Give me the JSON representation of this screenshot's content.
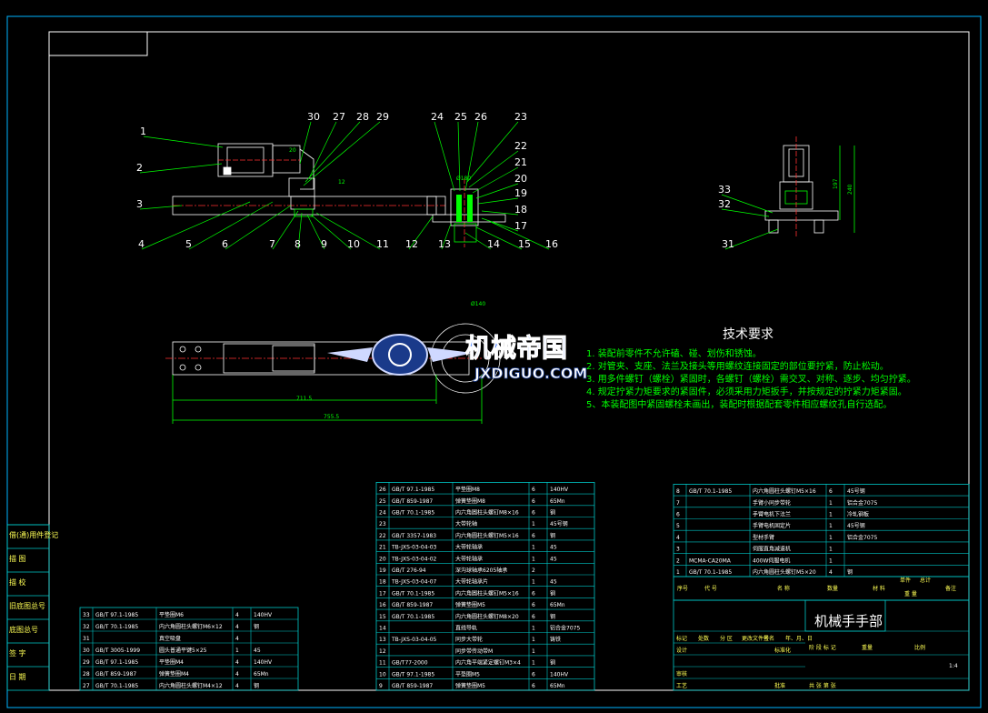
{
  "balloons": [
    "1",
    "2",
    "3",
    "4",
    "5",
    "6",
    "7",
    "8",
    "9",
    "10",
    "11",
    "12",
    "13",
    "14",
    "15",
    "16",
    "17",
    "18",
    "19",
    "20",
    "21",
    "22",
    "23",
    "24",
    "25",
    "26",
    "27",
    "28",
    "29",
    "30",
    "31",
    "32",
    "33"
  ],
  "dims": {
    "d1": "20",
    "d2": "12",
    "d3": "Ø180",
    "d4": "Ø140",
    "d5": "711.5",
    "d6": "755.5",
    "d7": "197",
    "d8": "240"
  },
  "watermark": {
    "cn": "机械帝国",
    "en": "JXDIGUO.COM"
  },
  "tech": {
    "title": "技术要求",
    "lines": [
      "1. 装配前零件不允许磕、碰、划伤和锈蚀。",
      "2. 对管夹、支座、法兰及接头等用螺纹连接固定的部位要拧紧，防止松动。",
      "3. 用多件螺钉（螺栓）紧固时，各螺钉（螺栓）需交叉、对称、逐步、均匀拧紧。",
      "4. 规定拧紧力矩要求的紧固件，必须采用力矩扳手，并按规定的拧紧力矩紧固。",
      "5、本装配图中紧固螺栓未画出，装配时根据配套零件相应螺纹孔自行选配。"
    ]
  },
  "sidebar": [
    "借(通)用件登记",
    "描 图",
    "描 校",
    "旧底图总号",
    "底图总号",
    "签 字",
    "日 期"
  ],
  "bom_left": [
    {
      "no": "33",
      "code": "GB/T 97.1-1985",
      "name": "平垫圈M6",
      "qty": "4",
      "mat": "140HV"
    },
    {
      "no": "32",
      "code": "GB/T 70.1-1985",
      "name": "内六角圆柱头螺钉M6×12",
      "qty": "4",
      "mat": "钢"
    },
    {
      "no": "31",
      "code": "",
      "name": "真空吸盘",
      "qty": "4",
      "mat": ""
    },
    {
      "no": "30",
      "code": "GB/T 3005-1999",
      "name": "圆头普通平键5×25",
      "qty": "1",
      "mat": "45"
    },
    {
      "no": "29",
      "code": "GB/T 97.1-1985",
      "name": "平垫圈M4",
      "qty": "4",
      "mat": "140HV"
    },
    {
      "no": "28",
      "code": "GB/T 859-1987",
      "name": "弹簧垫圈M4",
      "qty": "4",
      "mat": "65Mn"
    },
    {
      "no": "27",
      "code": "GB/T 70.1-1985",
      "name": "内六角圆柱头螺钉M4×12",
      "qty": "4",
      "mat": "钢"
    }
  ],
  "bom_mid": [
    {
      "no": "26",
      "code": "GB/T 97.1-1985",
      "name": "平垫圈M8",
      "qty": "6",
      "mat": "140HV"
    },
    {
      "no": "25",
      "code": "GB/T 859-1987",
      "name": "弹簧垫圈M8",
      "qty": "6",
      "mat": "65Mn"
    },
    {
      "no": "24",
      "code": "GB/T 70.1-1985",
      "name": "内六角圆柱头螺钉M8×16",
      "qty": "6",
      "mat": "钢"
    },
    {
      "no": "23",
      "code": "",
      "name": "大带轮轴",
      "qty": "1",
      "mat": "45号钢"
    },
    {
      "no": "22",
      "code": "GB/T 3357-1983",
      "name": "内六角圆柱头螺钉M5×16",
      "qty": "6",
      "mat": "钢"
    },
    {
      "no": "21",
      "code": "TB-JXS-03-04-03",
      "name": "大带轮轴承",
      "qty": "1",
      "mat": "45"
    },
    {
      "no": "20",
      "code": "TB-JXS-03-04-02",
      "name": "大带轮轴承",
      "qty": "1",
      "mat": "45"
    },
    {
      "no": "19",
      "code": "GB/T 276-94",
      "name": "深沟球轴承6205轴承",
      "qty": "2",
      "mat": ""
    },
    {
      "no": "18",
      "code": "TB-JXS-03-04-07",
      "name": "大带轮轴承片",
      "qty": "1",
      "mat": "45"
    },
    {
      "no": "17",
      "code": "GB/T 70.1-1985",
      "name": "内六角圆柱头螺钉M5×16",
      "qty": "6",
      "mat": "钢"
    },
    {
      "no": "16",
      "code": "GB/T 859-1987",
      "name": "弹簧垫圈M5",
      "qty": "6",
      "mat": "65Mn"
    },
    {
      "no": "15",
      "code": "GB/T 70.1-1985",
      "name": "内六角圆柱头螺钉M8×20",
      "qty": "6",
      "mat": "钢"
    },
    {
      "no": "14",
      "code": "",
      "name": "直线导轨",
      "qty": "1",
      "mat": "铝合金7075"
    },
    {
      "no": "13",
      "code": "TB-JXS-03-04-05",
      "name": "同步大带轮",
      "qty": "1",
      "mat": "铸铁"
    },
    {
      "no": "12",
      "code": "",
      "name": "同步带传动带M",
      "qty": "1",
      "mat": ""
    },
    {
      "no": "11",
      "code": "GB/T77-2000",
      "name": "内六角平端紧定螺钉M3×4",
      "qty": "1",
      "mat": "钢"
    },
    {
      "no": "10",
      "code": "GB/T 97.1-1985",
      "name": "平垫圈M5",
      "qty": "6",
      "mat": "140HV"
    },
    {
      "no": "9",
      "code": "GB/T 859-1987",
      "name": "弹簧垫圈M5",
      "qty": "6",
      "mat": "65Mn"
    }
  ],
  "bom_right": [
    {
      "no": "8",
      "code": "GB/T 70.1-1985",
      "name": "内六角圆柱头螺钉M5×16",
      "qty": "6",
      "mat": "45号钢"
    },
    {
      "no": "7",
      "code": "",
      "name": "手臂小同步带轮",
      "qty": "1",
      "mat": "铝合金7075"
    },
    {
      "no": "6",
      "code": "",
      "name": "手臂电机下法兰",
      "qty": "1",
      "mat": "冷轧钢板"
    },
    {
      "no": "5",
      "code": "",
      "name": "手臂电机固定片",
      "qty": "1",
      "mat": "45号钢"
    },
    {
      "no": "4",
      "code": "",
      "name": "型材手臂",
      "qty": "1",
      "mat": "铝合金7075"
    },
    {
      "no": "3",
      "code": "",
      "name": "伺服直角减速机",
      "qty": "1",
      "mat": ""
    },
    {
      "no": "2",
      "code": "MCMA-CA20MA",
      "name": "400W伺服电机",
      "qty": "1",
      "mat": ""
    },
    {
      "no": "1",
      "code": "GB/T 70.1-1985",
      "name": "内六角圆柱头螺钉M5×20",
      "qty": "4",
      "mat": "钢"
    }
  ],
  "bom_header": [
    "序号",
    "代 号",
    "名 称",
    "数量",
    "材 料",
    "单件",
    "总计",
    "备注",
    "重 量"
  ],
  "title_block": {
    "name": "机械手手部",
    "row1": [
      "标记",
      "处数",
      "分 区",
      "更改文件号",
      "签名",
      "年、月、日"
    ],
    "row2": [
      "设计",
      "",
      "",
      "标准化"
    ],
    "row3": [
      "审核"
    ],
    "row4": [
      "工艺",
      "",
      "",
      "批准"
    ],
    "stage": [
      "阶 段 标 记",
      "重量",
      "比例"
    ],
    "scale": "1:4",
    "sheet": [
      "共 张 第 张"
    ]
  },
  "colors": {
    "frame": "#ffffff",
    "table": "#00c8c8",
    "drawing": "#ffffff",
    "center": "#ff3030",
    "hatch": "#00ff00",
    "dim": "#00ff00",
    "leader": "#00ff00",
    "balloon_text": "#ffffff",
    "tech_text": "#00ff00",
    "tech_title": "#ffffff"
  }
}
